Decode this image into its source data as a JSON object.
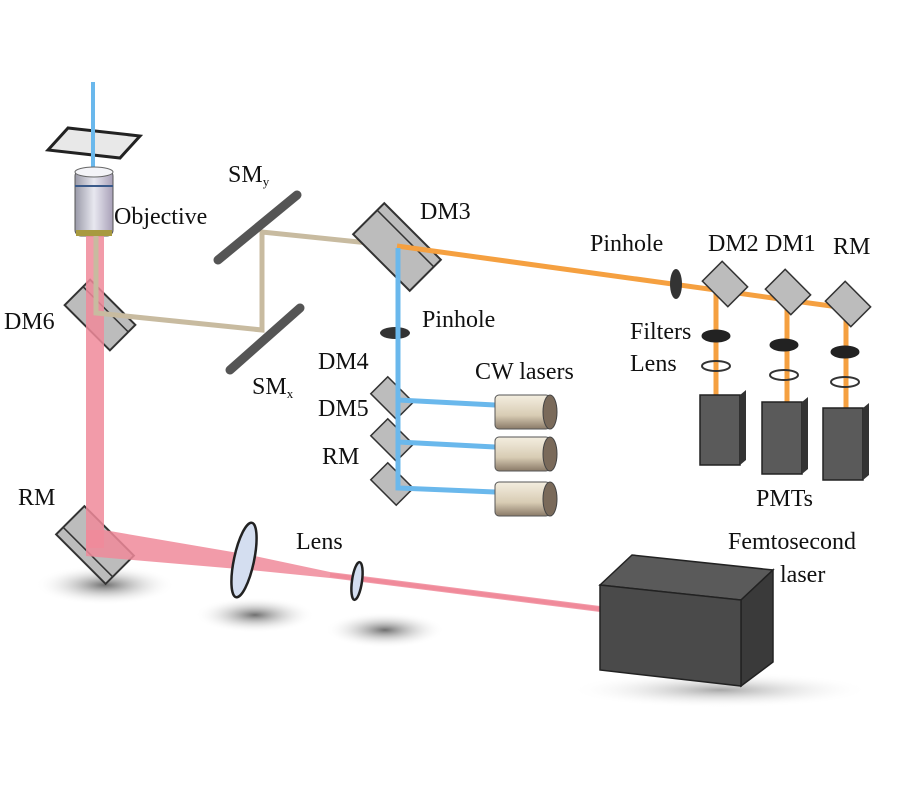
{
  "diagram": {
    "type": "optical-setup",
    "labels": {
      "objective": "Objective",
      "sm_y": "SM",
      "sm_y_sub": "y",
      "sm_x": "SM",
      "sm_x_sub": "x",
      "dm3": "DM3",
      "pinhole_top": "Pinhole",
      "dm2": "DM2",
      "dm1": "DM1",
      "rm_top": "RM",
      "dm6": "DM6",
      "pinhole_mid": "Pinhole",
      "filters": "Filters",
      "lens_pmt": "Lens",
      "dm4": "DM4",
      "cw_lasers": "CW lasers",
      "dm5": "DM5",
      "rm_mid": "RM",
      "pmts": "PMTs",
      "rm_left": "RM",
      "lens_bottom": "Lens",
      "femto_line1": "Femtosecond",
      "femto_line2": "laser"
    },
    "colors": {
      "excitation_beam": "#f08a9a",
      "scan_beam": "#c8bba0",
      "emission_beam": "#f5a040",
      "cw_beam": "#6ab8ec",
      "mirror": "#b8b8b8",
      "device": "#4a4a4a"
    }
  }
}
